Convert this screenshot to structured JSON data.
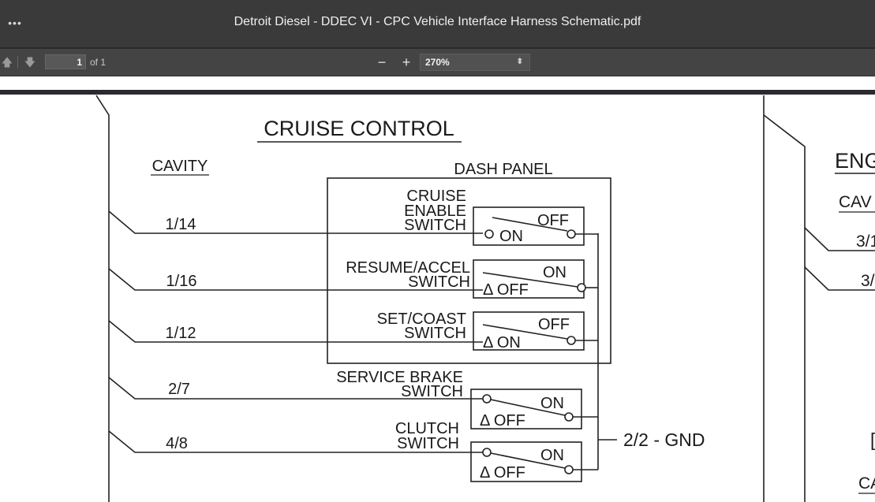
{
  "window": {
    "menu_icon": "more-horizontal-icon",
    "title": "Detroit Diesel - DDEC VI - CPC Vehicle Interface Harness Schematic.pdf"
  },
  "toolbar": {
    "prev_icon": "arrow-up-icon",
    "next_icon": "arrow-down-icon",
    "page_value": "1",
    "page_total": "of 1",
    "zoom_out_label": "−",
    "zoom_in_label": "+",
    "zoom_value": "270%",
    "zoom_arrow": "⬍"
  },
  "schematic": {
    "title": "CRUISE CONTROL",
    "cavity_header": "CAVITY",
    "dash_panel": "DASH PANEL",
    "cavities": [
      "1/14",
      "1/16",
      "1/12",
      "2/7",
      "4/8"
    ],
    "cruise_enable": [
      "CRUISE",
      "ENABLE",
      "SWITCH"
    ],
    "resume_accel": [
      "RESUME/ACCEL",
      "SWITCH"
    ],
    "set_coast": [
      "SET/COAST",
      "SWITCH"
    ],
    "service_brake": [
      "SERVICE BRAKE",
      "SWITCH"
    ],
    "clutch": [
      "CLUTCH",
      "SWITCH"
    ],
    "on": "ON",
    "off": "OFF",
    "tri_off": "Δ OFF",
    "tri_on": "Δ ON",
    "gnd": "2/2 - GND",
    "right_partial": [
      "ENG",
      "CAV",
      "3/1",
      "3/",
      "[",
      "CA"
    ]
  }
}
